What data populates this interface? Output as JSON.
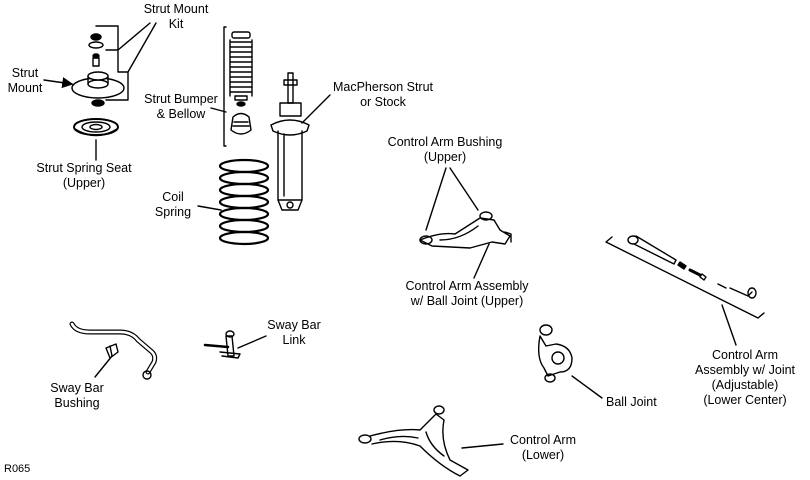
{
  "labels": {
    "strut_mount_kit": [
      "Strut Mount",
      "Kit"
    ],
    "strut_mount": [
      "Strut",
      "Mount"
    ],
    "strut_spring_seat": [
      "Strut Spring Seat",
      "(Upper)"
    ],
    "strut_bumper": [
      "Strut Bumper",
      "& Bellow"
    ],
    "macpherson": [
      "MacPherson Strut",
      "or Stock"
    ],
    "coil_spring": [
      "Coil",
      "Spring"
    ],
    "control_arm_bushing_upper": [
      "Control Arm Bushing",
      "(Upper)"
    ],
    "control_arm_assembly_upper": [
      "Control Arm Assembly",
      "w/ Ball Joint (Upper)"
    ],
    "control_arm_adjustable": [
      "Control Arm",
      "Assembly w/ Joint",
      "(Adjustable)",
      "(Lower Center)"
    ],
    "sway_bar_link": [
      "Sway Bar",
      "Link"
    ],
    "sway_bar_bushing": [
      "Sway Bar",
      "Bushing"
    ],
    "ball_joint": [
      "Ball Joint"
    ],
    "control_arm_lower": [
      "Control Arm",
      "(Lower)"
    ]
  },
  "figure_code": "R065"
}
